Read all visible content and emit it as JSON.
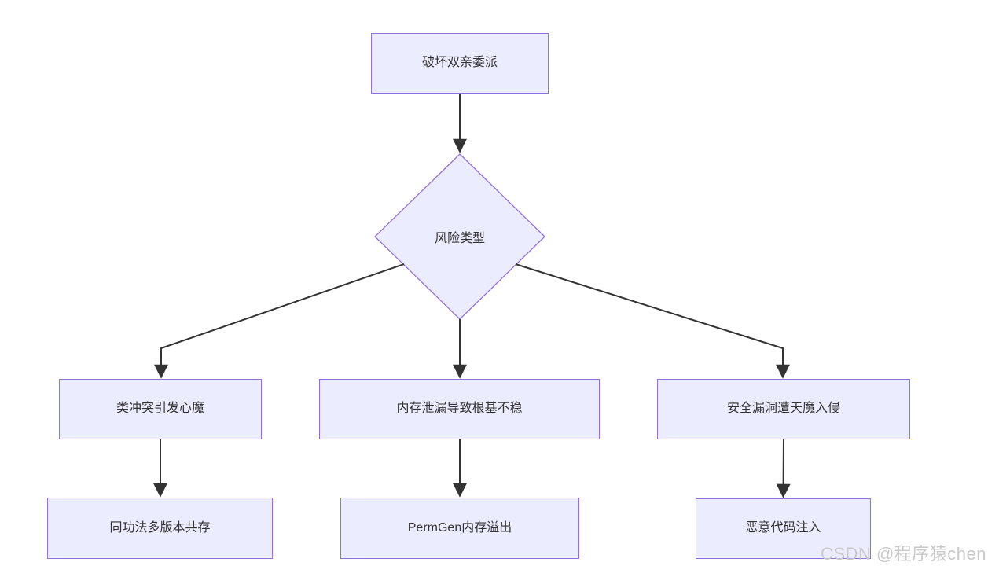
{
  "diagram": {
    "type": "flowchart",
    "direction": "top-down",
    "nodes": [
      {
        "id": "break-parent-delegation",
        "label": "破坏双亲委派",
        "shape": "rect"
      },
      {
        "id": "risk-type",
        "label": "风险类型",
        "shape": "diamond"
      },
      {
        "id": "class-conflict",
        "label": "类冲突引发心魔",
        "shape": "rect"
      },
      {
        "id": "memory-leak",
        "label": "内存泄漏导致根基不稳",
        "shape": "rect"
      },
      {
        "id": "security-vulnerability",
        "label": "安全漏洞遭天魔入侵",
        "shape": "rect"
      },
      {
        "id": "multi-version-coexist",
        "label": "同功法多版本共存",
        "shape": "rect"
      },
      {
        "id": "permgen-overflow",
        "label": "PermGen内存溢出",
        "shape": "rect"
      },
      {
        "id": "malicious-code-injection",
        "label": "恶意代码注入",
        "shape": "rect"
      }
    ],
    "edges": [
      {
        "from": "破坏双亲委派",
        "to": "风险类型"
      },
      {
        "from": "风险类型",
        "to": "类冲突引发心魔"
      },
      {
        "from": "风险类型",
        "to": "内存泄漏导致根基不稳"
      },
      {
        "from": "风险类型",
        "to": "安全漏洞遭天魔入侵"
      },
      {
        "from": "类冲突引发心魔",
        "to": "同功法多版本共存"
      },
      {
        "from": "内存泄漏导致根基不稳",
        "to": "PermGen内存溢出"
      },
      {
        "from": "安全漏洞遭天魔入侵",
        "to": "恶意代码注入"
      }
    ],
    "colors": {
      "node_fill": "#ECECFF",
      "node_border": "#9370DB",
      "edge": "#333333",
      "text": "#333333",
      "watermark": "#C9C9C9",
      "background": "#FFFFFF"
    }
  },
  "watermark": {
    "text": "CSDN @程序猿chen"
  }
}
